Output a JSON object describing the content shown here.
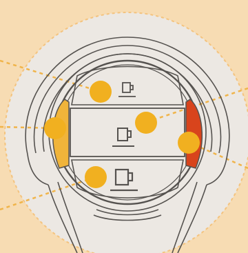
{
  "colors": {
    "background": "#f7dcb3",
    "disc_fill": "#ece8e3",
    "disc_border": "#f4c37e",
    "line_art": "#55524f",
    "marker": "#f1b020",
    "left_indicator": "#f0b43a",
    "right_indicator": "#d8441c",
    "leader_line": "#f0b44a"
  },
  "diagram": {
    "buttons": [
      {
        "size": "small",
        "icon": "coffee-cup-small-icon"
      },
      {
        "size": "medium",
        "icon": "coffee-cup-medium-icon"
      },
      {
        "size": "large",
        "icon": "coffee-cup-large-icon"
      }
    ],
    "markers": [
      {
        "target": "small-cup-button",
        "icon": "callout-dot"
      },
      {
        "target": "medium-cup-button",
        "icon": "callout-dot"
      },
      {
        "target": "large-cup-button",
        "icon": "callout-dot"
      },
      {
        "target": "left-indicator-light",
        "icon": "callout-dot"
      },
      {
        "target": "right-indicator-light",
        "icon": "callout-dot"
      }
    ]
  }
}
